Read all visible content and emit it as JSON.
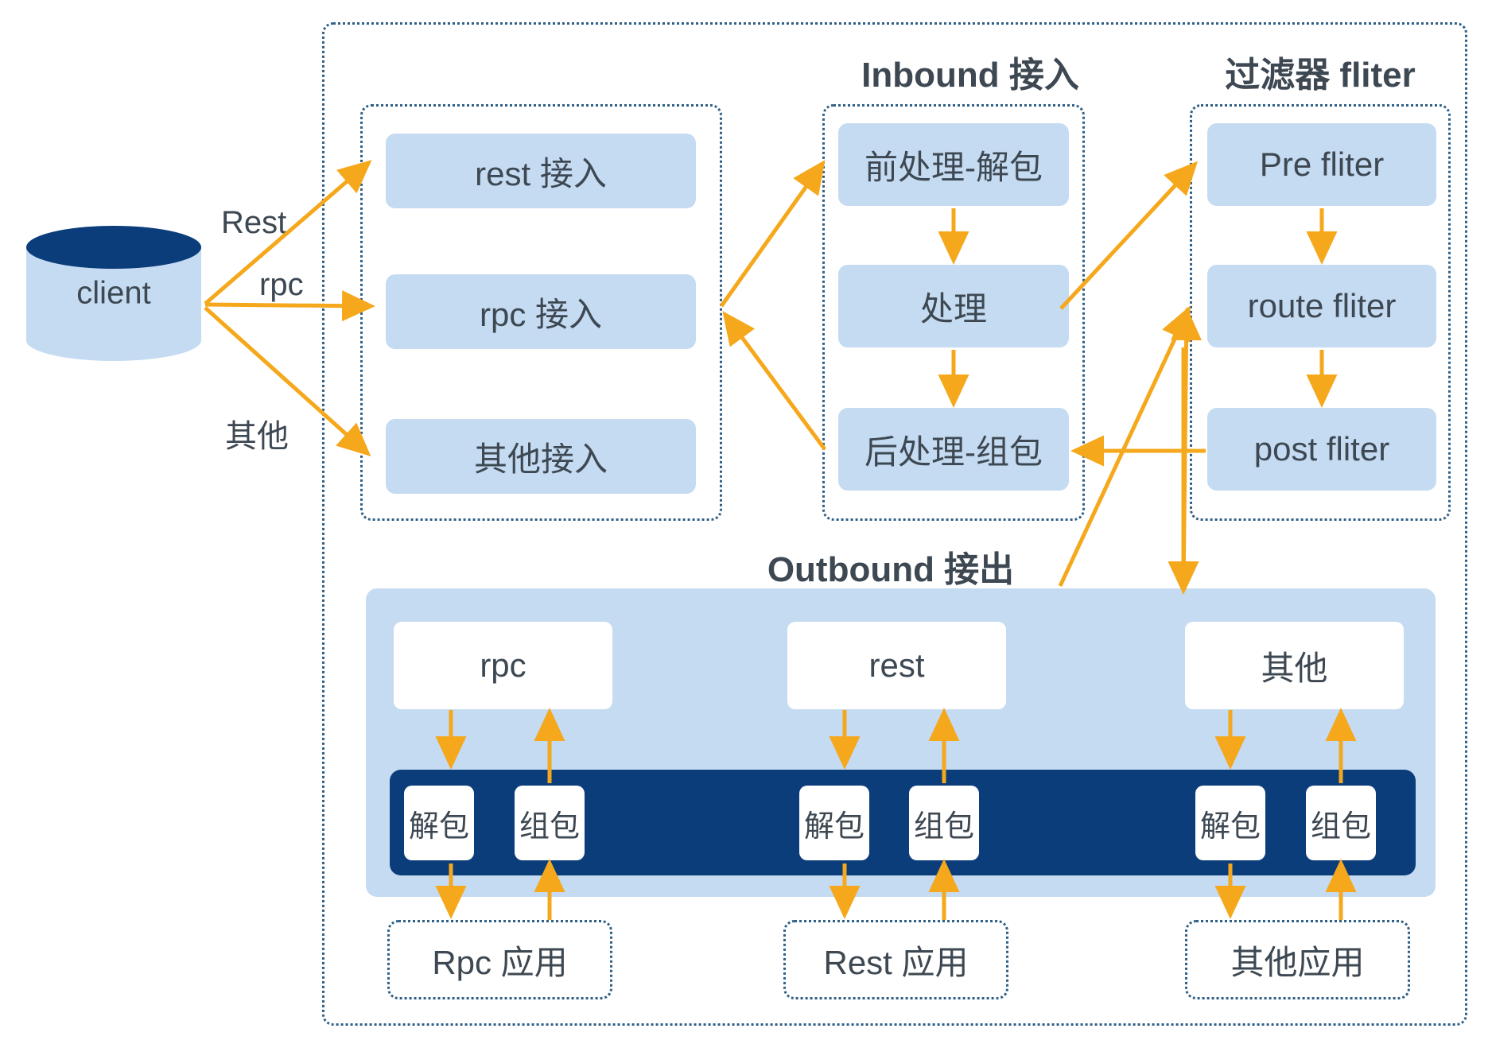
{
  "diagram": {
    "accent_arrow_color": "#f5a81c",
    "box_fill": "#c5dbf2",
    "navy": "#0b3d7b",
    "border_color": "#2e5f86",
    "text_color": "#3d4852"
  },
  "client": {
    "label": "client"
  },
  "edge_labels": {
    "rest": "Rest",
    "rpc": "rpc",
    "other": "其他"
  },
  "groups": {
    "access": {
      "title": "",
      "items": [
        {
          "label": "rest 接入"
        },
        {
          "label": "rpc 接入"
        },
        {
          "label": "其他接入"
        }
      ]
    },
    "inbound": {
      "title": "Inbound 接入",
      "items": [
        {
          "label": "前处理-解包"
        },
        {
          "label": "处理"
        },
        {
          "label": "后处理-组包"
        }
      ]
    },
    "filter": {
      "title": "过滤器 fliter",
      "items": [
        {
          "label": "Pre fliter"
        },
        {
          "label": "route fliter"
        },
        {
          "label": "post fliter"
        }
      ]
    },
    "outbound": {
      "title": "Outbound 接出",
      "protocols": [
        {
          "label": "rpc"
        },
        {
          "label": "rest"
        },
        {
          "label": "其他"
        }
      ],
      "codec": [
        {
          "decode": "解包",
          "encode": "组包"
        },
        {
          "decode": "解包",
          "encode": "组包"
        },
        {
          "decode": "解包",
          "encode": "组包"
        }
      ],
      "apps": [
        {
          "label": "Rpc 应用"
        },
        {
          "label": "Rest 应用"
        },
        {
          "label": "其他应用"
        }
      ]
    }
  }
}
